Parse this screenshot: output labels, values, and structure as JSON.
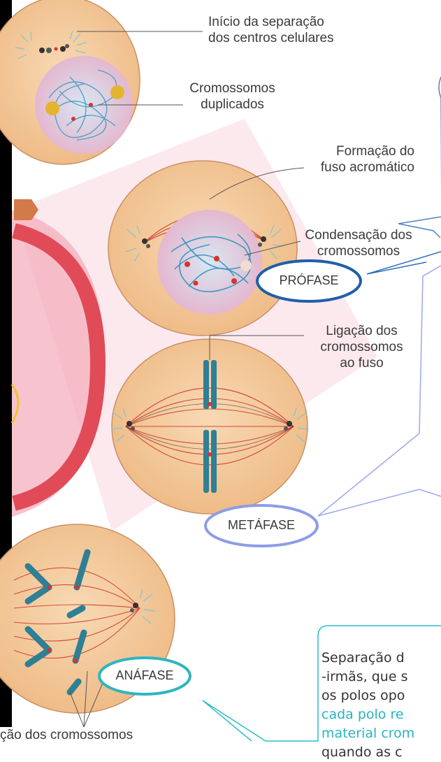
{
  "labels": {
    "inicio": [
      "Início da separação",
      "dos centros celulares"
    ],
    "cromossomos_duplicados": [
      "Cromossomos",
      "duplicados"
    ],
    "formacao": [
      "Formação do",
      "fuso acromático"
    ],
    "condensacao": [
      "Condensação dos",
      "cromossomos"
    ],
    "ligacao": [
      "Ligação dos",
      "cromossomos",
      "ao fuso"
    ],
    "bottom_caption": "ção dos cromossomos"
  },
  "phases": {
    "profase": "PRÓFASE",
    "metafase": "METÁFASE",
    "anafase": "ANÁFASE"
  },
  "callout_anafase": {
    "lines": [
      {
        "text": "Separação d",
        "color": "dark"
      },
      {
        "text": "-irmãs, que s",
        "color": "dark"
      },
      {
        "text": "os polos opo",
        "color": "dark"
      },
      {
        "text": "cada polo re",
        "color": "teal"
      },
      {
        "text": "material crom",
        "color": "teal"
      },
      {
        "text": "quando as c",
        "color": "dark"
      }
    ]
  },
  "colors": {
    "cell_fill": "#f3c99a",
    "nucleus_fill": "#e7b6cf",
    "chromosome": "#2f7f95",
    "spindle": "#d34a3b",
    "profase_ring": "#1f5fa8",
    "metafase_ring": "#8c9de6",
    "anafase_ring": "#2fb5c0",
    "callout_border": "#9aa6ef",
    "anafase_callout_border": "#2fbcc8"
  }
}
